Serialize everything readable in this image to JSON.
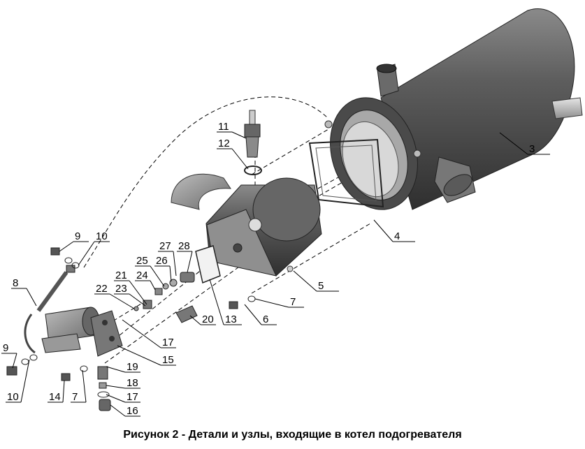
{
  "caption": "Рисунок 2 - Детали и узлы, входящие в котел подогревателя",
  "callouts": [
    "3",
    "4",
    "5",
    "6",
    "7",
    "7",
    "8",
    "9",
    "9",
    "10",
    "10",
    "11",
    "12",
    "13",
    "14",
    "15",
    "16",
    "17",
    "17",
    "18",
    "19",
    "20",
    "21",
    "22",
    "23",
    "24",
    "25",
    "26",
    "27",
    "28"
  ]
}
